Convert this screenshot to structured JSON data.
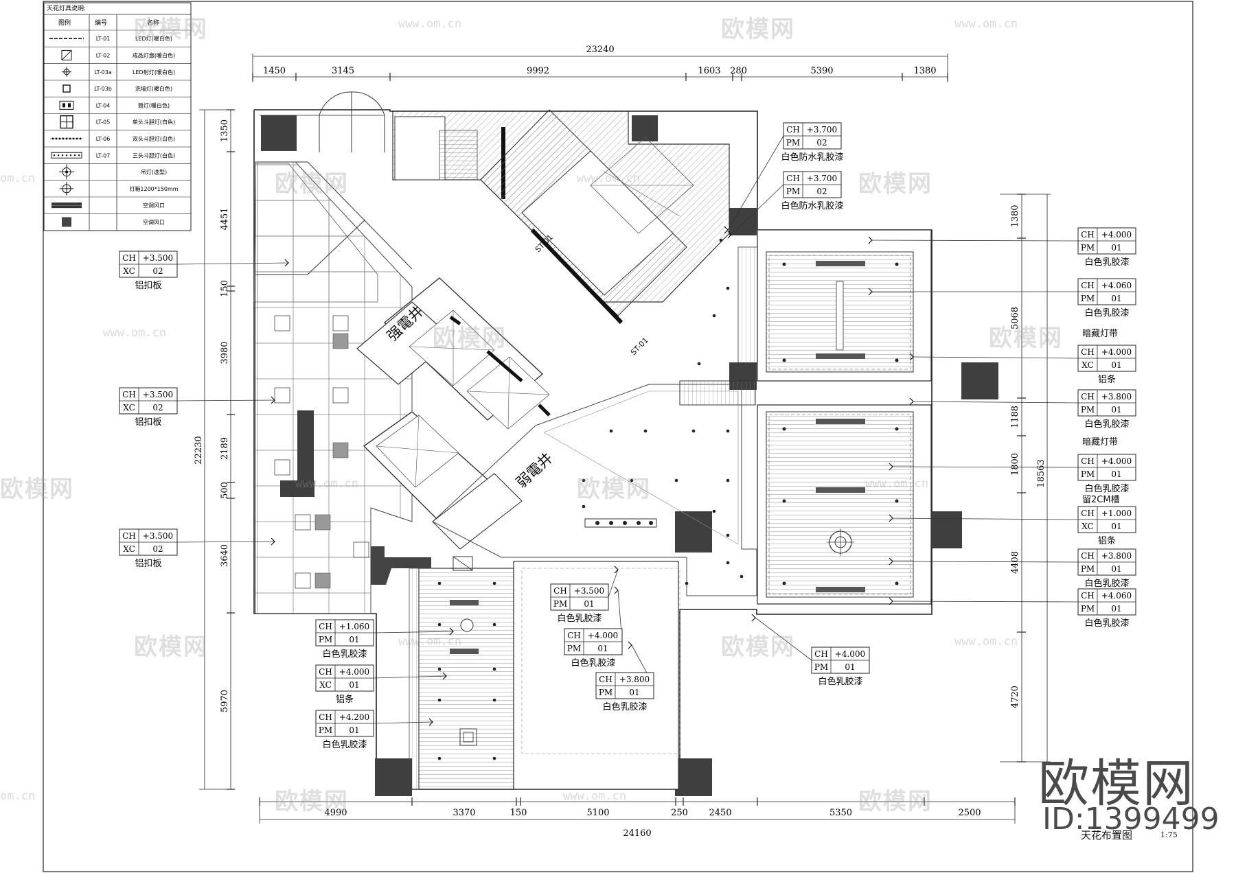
{
  "legend": {
    "title": "天花灯具说明:",
    "headers": [
      "图例",
      "编号",
      "名称"
    ],
    "rows": [
      {
        "symbol": "dashed-line-icon",
        "code": "LT-01",
        "name": "LED灯(暖白色)"
      },
      {
        "symbol": "square-diagonal-icon",
        "code": "LT-02",
        "name": "成品灯盘(暖白色)"
      },
      {
        "symbol": "circle-cross-icon",
        "code": "LT-03a",
        "name": "LED射灯(暖白色)"
      },
      {
        "symbol": "small-square-icon",
        "code": "LT-03b",
        "name": "洗墙灯(暖白色)"
      },
      {
        "symbol": "double-box-icon",
        "code": "LT-04",
        "name": "筒灯(暖白色)"
      },
      {
        "symbol": "grid-lamp-icon",
        "code": "LT-05",
        "name": "单头斗胆灯(白色)"
      },
      {
        "symbol": "dotted-bar-icon",
        "code": "LT-06",
        "name": "双头斗胆灯(白色)"
      },
      {
        "symbol": "long-bar-icon",
        "code": "LT-07",
        "name": "三头斗胆灯(白色)"
      },
      {
        "symbol": "pendant-icon",
        "code": "",
        "name": "吊灯(选型)"
      },
      {
        "symbol": "circle-cross-large-icon",
        "code": "",
        "name": "灯箱1200*150mm"
      },
      {
        "symbol": "black-bar-icon",
        "code": "",
        "name": "空调风口"
      },
      {
        "symbol": "black-square-icon",
        "code": "",
        "name": "空调风口"
      }
    ]
  },
  "dims": {
    "top_total": "23240",
    "top": [
      "1450",
      "3145",
      "9992",
      "1603",
      "280",
      "5390",
      "1380"
    ],
    "left_total": "22230",
    "left": [
      "1350",
      "4451",
      "150",
      "3980",
      "2189",
      "500",
      "3640",
      "5970"
    ],
    "right_total": "18563",
    "right": [
      "1380",
      "5068",
      "1188",
      "1800",
      "4408",
      "4720"
    ],
    "bottom_total": "24160",
    "bottom": [
      "4990",
      "3370",
      "150",
      "5100",
      "250",
      "2450",
      "5350",
      "2500"
    ]
  },
  "rooms": {
    "strong_shaft": "强電井",
    "weak_shaft": "弱電井",
    "stair_tag": "ST-01",
    "slot_note": "留2CM槽",
    "hidden_strip": "暗藏灯带"
  },
  "tags": [
    {
      "ch": "+3.500",
      "code": "XC",
      "num": "02",
      "mat": "铝扣板"
    },
    {
      "ch": "+3.500",
      "code": "XC",
      "num": "02",
      "mat": "铝扣板"
    },
    {
      "ch": "+3.500",
      "code": "XC",
      "num": "02",
      "mat": "铝扣板"
    },
    {
      "ch": "+3.700",
      "code": "PM",
      "num": "02",
      "mat": "白色防水乳胶漆"
    },
    {
      "ch": "+3.700",
      "code": "PM",
      "num": "02",
      "mat": "白色防水乳胶漆"
    },
    {
      "ch": "+4.000",
      "code": "PM",
      "num": "01",
      "mat": "白色乳胶漆"
    },
    {
      "ch": "+4.060",
      "code": "PM",
      "num": "01",
      "mat": "白色乳胶漆"
    },
    {
      "ch": "+4.000",
      "code": "XC",
      "num": "01",
      "mat": "铝条"
    },
    {
      "ch": "+3.800",
      "code": "PM",
      "num": "01",
      "mat": "白色乳胶漆"
    },
    {
      "ch": "+4.000",
      "code": "PM",
      "num": "01",
      "mat": "白色乳胶漆"
    },
    {
      "ch": "+1.000",
      "code": "XC",
      "num": "01",
      "mat": "铝条"
    },
    {
      "ch": "+3.800",
      "code": "PM",
      "num": "01",
      "mat": "白色乳胶漆"
    },
    {
      "ch": "+4.060",
      "code": "PM",
      "num": "01",
      "mat": "白色乳胶漆"
    },
    {
      "ch": "+1.060",
      "code": "PM",
      "num": "01",
      "mat": "白色乳胶漆"
    },
    {
      "ch": "+4.000",
      "code": "XC",
      "num": "01",
      "mat": "铝条"
    },
    {
      "ch": "+4.200",
      "code": "PM",
      "num": "01",
      "mat": "白色乳胶漆"
    },
    {
      "ch": "+3.500",
      "code": "PM",
      "num": "01",
      "mat": "白色乳胶漆"
    },
    {
      "ch": "+4.000",
      "code": "PM",
      "num": "01",
      "mat": "白色乳胶漆"
    },
    {
      "ch": "+3.800",
      "code": "PM",
      "num": "01",
      "mat": "白色乳胶漆"
    },
    {
      "ch": "+4.000",
      "code": "PM",
      "num": "01",
      "mat": "白色乳胶漆"
    }
  ],
  "title_block": {
    "title": "天花布置图",
    "scale": "1:75"
  },
  "watermark": {
    "brand": "欧模网",
    "url": "www.om.cn",
    "url_short": "om.cn",
    "id": "ID:1399499"
  }
}
